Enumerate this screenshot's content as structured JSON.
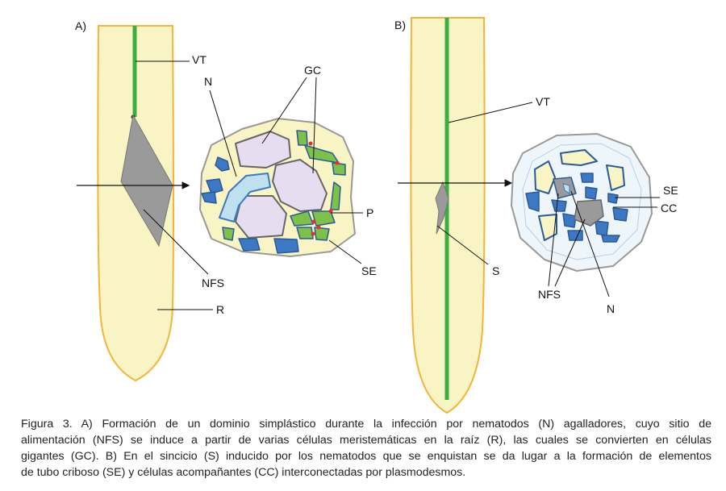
{
  "panel_a": {
    "title": "A)",
    "labels": {
      "vt": "VT",
      "n": "N",
      "gc": "GC",
      "p": "P",
      "se": "SE",
      "nfs": "NFS",
      "r": "R"
    }
  },
  "panel_b": {
    "title": "B)",
    "labels": {
      "vt": "VT",
      "se": "SE",
      "cc": "CC",
      "s": "S",
      "nfs": "NFS",
      "n": "N"
    }
  },
  "colors": {
    "root_fill": "#f9f4c4",
    "root_outline": "#f2b43a",
    "vascular": "#3cae3f",
    "giant_cell": "#e6def0",
    "sieve": "#7dc04a",
    "companion": "#3d78c4",
    "nematode": "#bfe1ef",
    "feeding_site": "#9a9a9a",
    "plasmodesma": "#e53030"
  },
  "caption": {
    "lines": [
      "Figura 3. A) Formación de un dominio simplástico durante la infección por nematodos (N) agalladores, cuyo sitio de",
      "alimentación (NFS) se induce a partir de varias células meristemáticas en la raíz (R), las cuales se convierten en células",
      "gigantes (GC). B) En el sincicio (S) inducido por los nematodos que se enquistan se da lugar a la formación de elementos",
      "de tubo criboso (SE) y células acompañantes (CC) interconectadas por plasmodesmos."
    ]
  }
}
